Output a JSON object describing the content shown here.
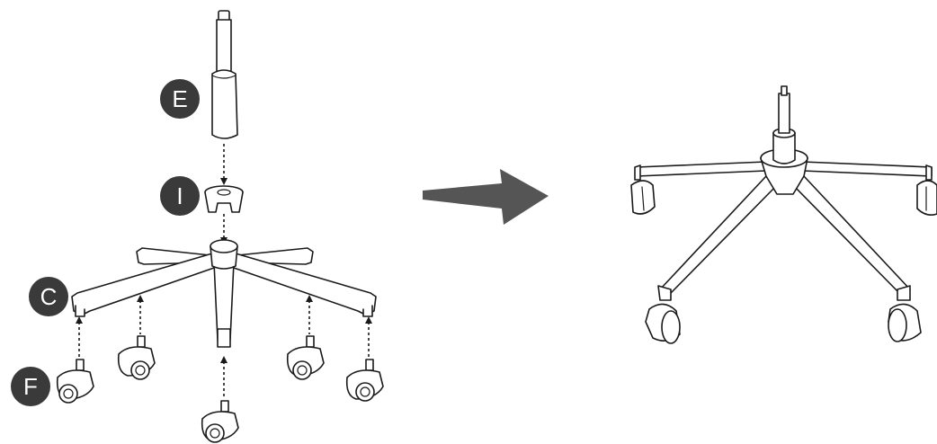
{
  "badges": {
    "gas_lift": "E",
    "cap": "I",
    "base": "C",
    "casters": "F"
  },
  "colors": {
    "badge": "#3a3a3a",
    "arrow": "#555555",
    "line": "#1a1a1a"
  },
  "icons": [
    "right-arrow-icon"
  ]
}
